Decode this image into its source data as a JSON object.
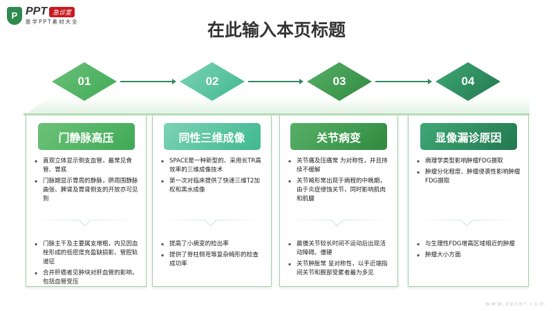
{
  "logo": {
    "brand": "PPT",
    "tag": "急诊室",
    "subtitle": "医学PPT素材大全",
    "icon": "P"
  },
  "title": "在此输入本页标题",
  "colors": [
    "#4cb360",
    "#4fc09a",
    "#3c9a4c",
    "#2e8a60"
  ],
  "steps": [
    {
      "num": "01",
      "heading": "门静脉高压",
      "top": [
        "直观立体显示侧支血管，最常见食管、胃底",
        "门脉期显示胃周的静脉，脐周围静脉曲张、脾肾及胃肾侧支的开放亦可见到"
      ],
      "bottom": [
        "门脉主干及主要属支增粗，内见因血栓形成的低密度充盈缺损影、管腔轨道征",
        "合并肝癌者见肿块对肝血管的影响，包括血管受压"
      ]
    },
    {
      "num": "02",
      "heading": "同性三维成像",
      "top": [
        "SPACE是一种新型的、采用长TR高效率的三维成像技术",
        "第一次对临床提供了快速三维T2加权和黑水成像"
      ],
      "bottom": [
        "提高了小病变的检出率",
        "提供了脊柱侧弯等复杂畸形的检查成功率"
      ]
    },
    {
      "num": "03",
      "heading": "关节病变",
      "top": [
        "关节痛及压痛常 为对称性，并且持续不缓解",
        "关节畸形常出现于病程的中晚期，由于炎症侵蚀关节，同时影响肌肉和肌腱"
      ],
      "bottom": [
        "晨僵关节较长时间不运动后出现活动障碍、僵硬",
        "关节肿胀常 呈对称性，以手近端指间关节和腕部受累者最为多见"
      ]
    },
    {
      "num": "04",
      "heading": "显像漏诊原因",
      "top": [
        "病理学类型影响肿瘤FDG摄取",
        "肿瘤分化程度、肿瘤侵袭性影响肿瘤FDG摄取"
      ],
      "bottom": [
        "与生理性FDG增高区域相近的肿瘤",
        "肿瘤大小方面"
      ]
    }
  ],
  "watermark": "www.ppter.com"
}
